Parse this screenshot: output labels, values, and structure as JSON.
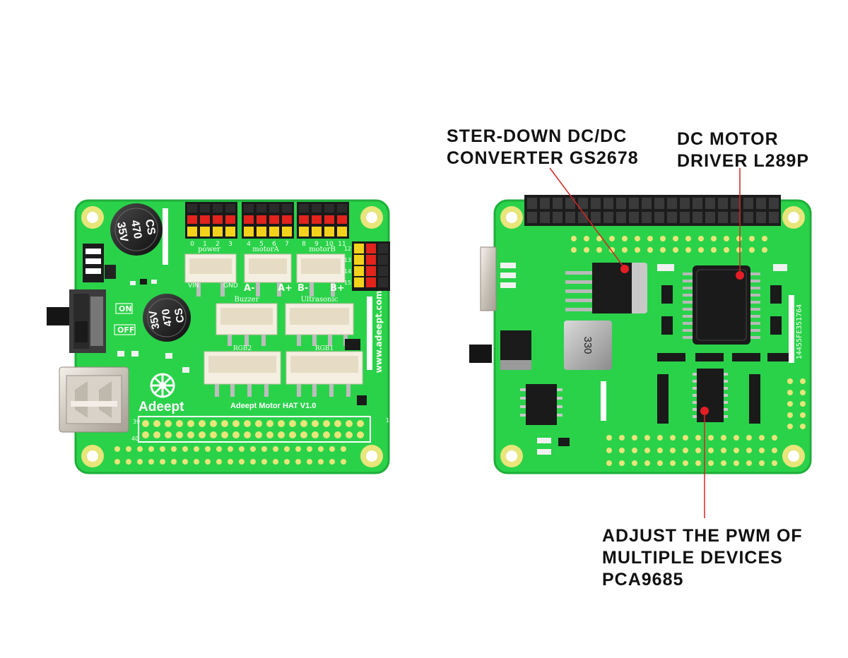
{
  "photo": {
    "description_hidden": false
  },
  "front_board": {
    "capacitor_top": {
      "lines": [
        "CS",
        "470",
        "35V"
      ]
    },
    "capacitor_mid": {
      "lines": [
        "35V",
        "470",
        "CS"
      ]
    },
    "pin_numbers": [
      "0",
      "1",
      "2",
      "3",
      "4",
      "5",
      "6",
      "7",
      "8",
      "9",
      "10",
      "11"
    ],
    "side_pin_numbers": [
      "12",
      "13",
      "14",
      "15"
    ],
    "group_labels": {
      "power": "power",
      "motor_a": "motorA",
      "motor_b": "motorB"
    },
    "power_pins": {
      "vin": "VIN",
      "gnd": "GND"
    },
    "motor_pins": {
      "a_minus": "A-",
      "a_plus": "A+",
      "b_minus": "B-",
      "b_plus": "B+"
    },
    "connector_labels": {
      "buzzer": "Buzzer",
      "ultrasonic": "Ultrasonic",
      "rgb2": "RGB2",
      "rgb1": "RGB1"
    },
    "switch_labels": {
      "on": "ON",
      "off": "OFF"
    },
    "brand": "Adeept",
    "product": "Adeept Motor HAT V1.0",
    "website": "www.adeept.com",
    "header_marks": {
      "pin1": "1",
      "pin39": "39",
      "pin40": "40"
    }
  },
  "back_board": {
    "inductor_label": "330",
    "serial": "14455FE351764"
  },
  "annotations": [
    {
      "id": "gs2678",
      "lines": [
        "STER-DOWN DC/DC",
        "CONVERTER GS2678"
      ]
    },
    {
      "id": "l298p",
      "lines": [
        "DC MOTOR",
        "DRIVER L289P"
      ]
    },
    {
      "id": "pca9685",
      "lines": [
        "ADJUST THE PWM OF",
        "MULTIPLE DEVICES",
        "PCA9685"
      ]
    }
  ],
  "colors": {
    "pcb": "#2ad24a",
    "pcb_edge": "#1fae3a",
    "pad_gold": "#e8e57a",
    "marker": "#e41e25",
    "callout_line": "#d32424",
    "label_text": "#111111"
  }
}
